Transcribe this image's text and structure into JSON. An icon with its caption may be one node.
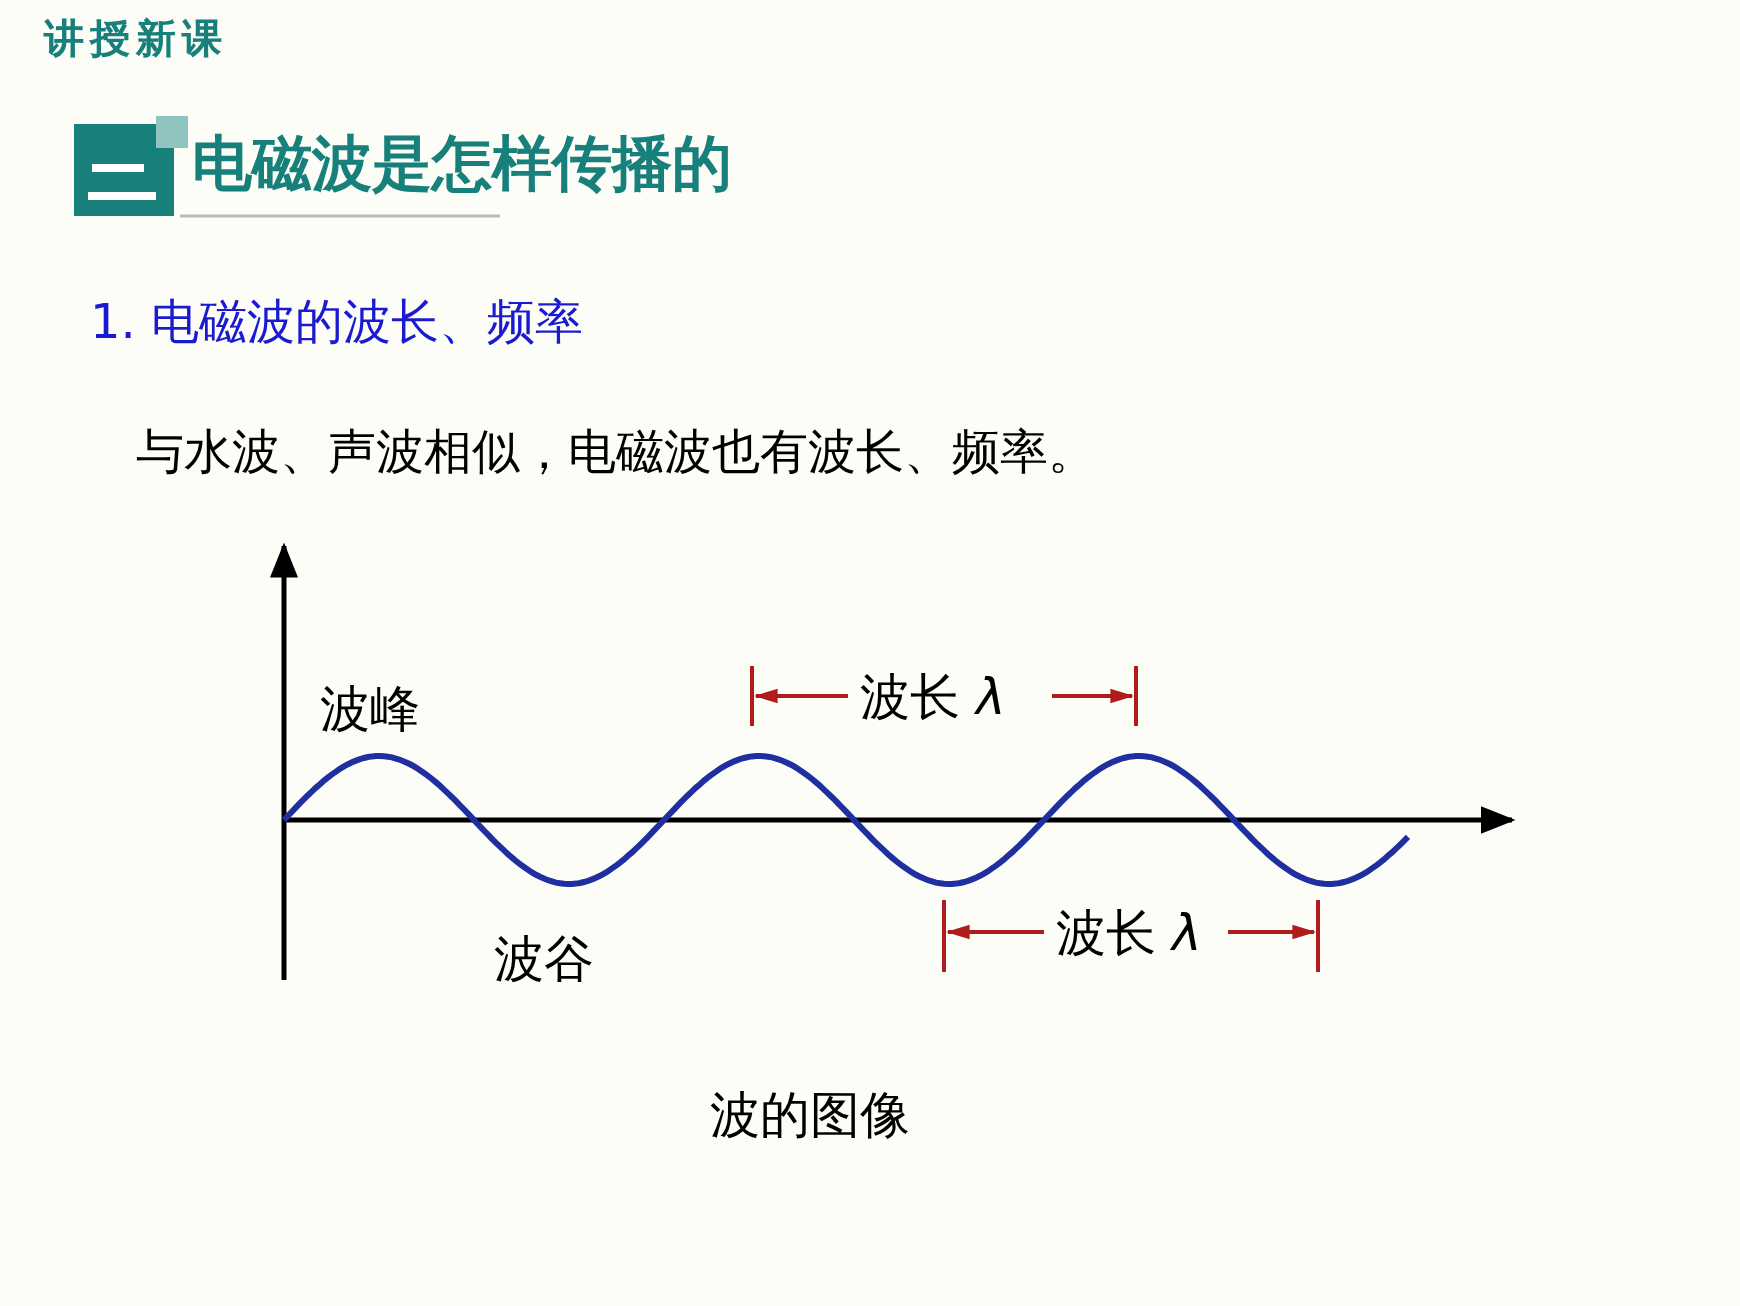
{
  "diagram": {
    "title": "电磁波是怎样传播的",
    "caption": "波的图像",
    "labels": [
      "讲授新课",
      "1. 电磁波的波长、频率",
      "与水波、声波相似，电磁波也有波长、频率。",
      "波长 *λ*",
      "波峰",
      "波长 *λ*",
      "波谷"
    ]
  }
}
